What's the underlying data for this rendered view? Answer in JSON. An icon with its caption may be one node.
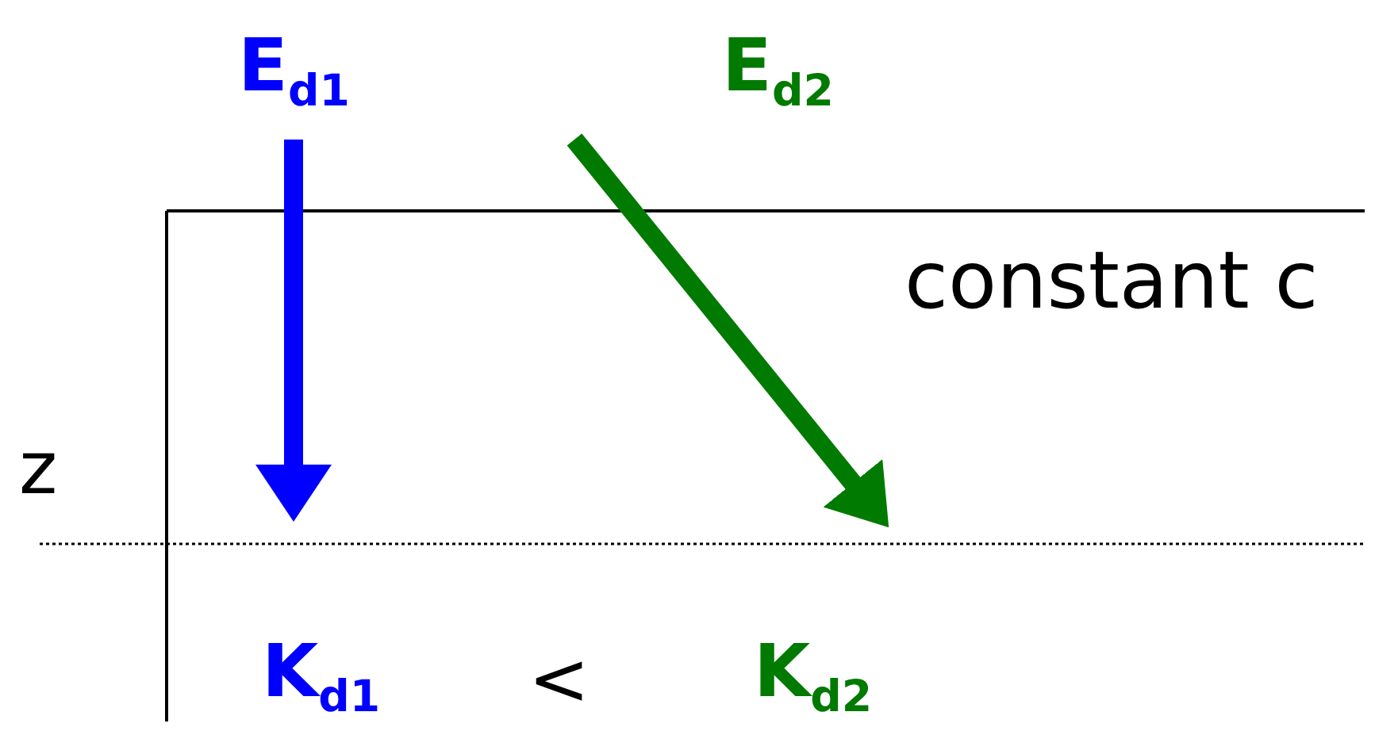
{
  "diagram": {
    "labels": [
      "E$_{d1}$",
      "E$_{d2}$",
      "constant c",
      "z",
      "K$_{d1}$",
      "<",
      "K$_{d2}$"
    ]
  }
}
